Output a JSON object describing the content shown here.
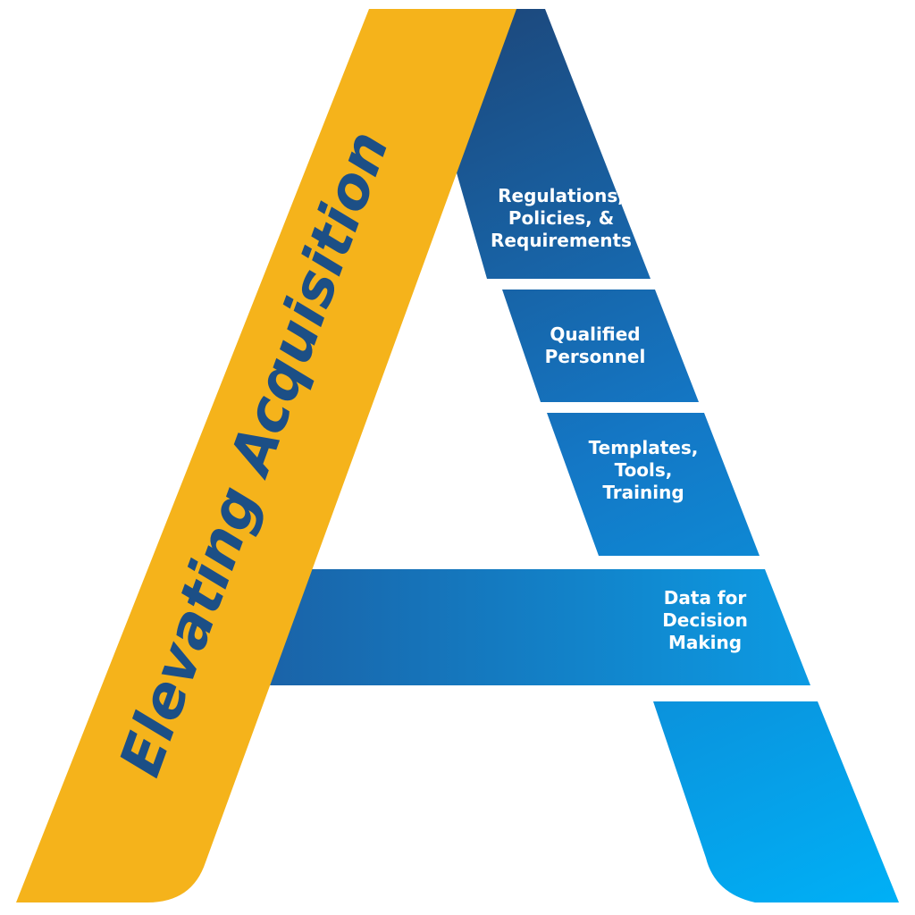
{
  "title": "Elevating Acquisition",
  "segments": [
    {
      "id": "regulations",
      "lines": [
        "Regulations,",
        "Policies, &",
        "Requirements"
      ]
    },
    {
      "id": "personnel",
      "lines": [
        "Qualified",
        "Personnel"
      ]
    },
    {
      "id": "templates",
      "lines": [
        "Templates,",
        "Tools,",
        "Training"
      ]
    },
    {
      "id": "data",
      "lines": [
        "Data for",
        "Decision",
        "Making"
      ]
    }
  ],
  "colors": {
    "leg_left": "#f5b31b",
    "blue_dark": "#1c4f86",
    "blue_mid": "#1477c5",
    "blue_light": "#00aef5",
    "title_text": "#1c4f86",
    "label_text": "#ffffff"
  }
}
